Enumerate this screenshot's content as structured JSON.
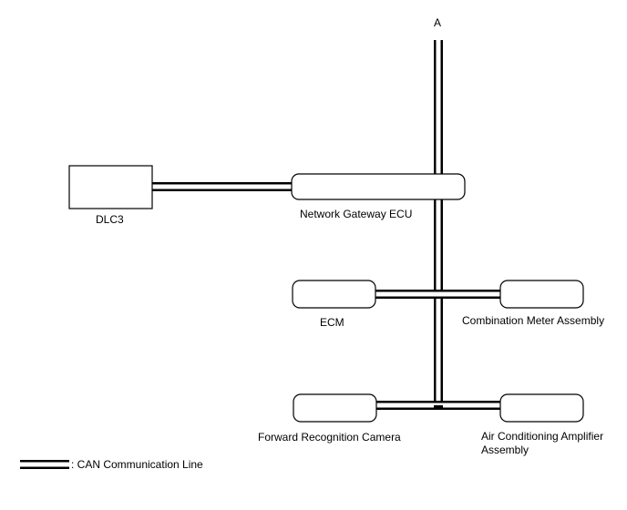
{
  "connector_label": "A",
  "components": {
    "dlc3": "DLC3",
    "network_gateway": "Network Gateway ECU",
    "ecm": "ECM",
    "combination_meter": "Combination Meter Assembly",
    "forward_camera": "Forward Recognition Camera",
    "air_conditioning_line1": "Air Conditioning Amplifier",
    "air_conditioning_line2": "Assembly"
  },
  "legend": {
    "can_line": ": CAN Communication Line"
  },
  "colors": {
    "line": "#000000",
    "background": "#ffffff"
  }
}
